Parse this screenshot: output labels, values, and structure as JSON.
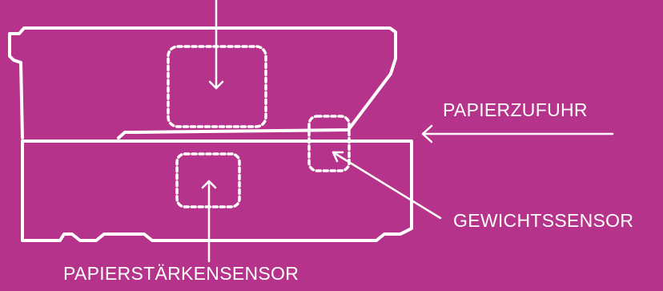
{
  "labels": {
    "paper_feed": "PAPIERZUFUHR",
    "weight_sensor": "GEWICHTSSENSOR",
    "thickness_sensor": "PAPIERSTÄRKENSENSOR"
  },
  "colors": {
    "background": "#b5338a",
    "line": "#ffffff"
  }
}
